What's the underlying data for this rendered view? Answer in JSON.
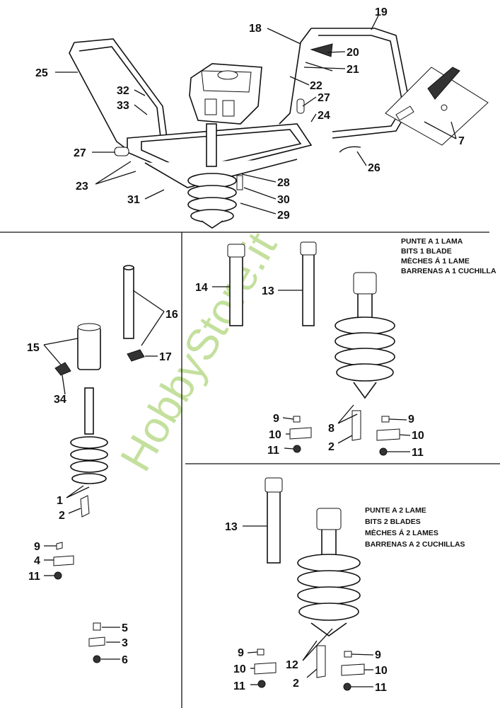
{
  "watermark": "HobbyStore.it",
  "top_assembly": {
    "callouts": [
      "19",
      "18",
      "20",
      "21",
      "22",
      "25",
      "32",
      "33",
      "27",
      "24",
      "7",
      "27",
      "26",
      "23",
      "28",
      "31",
      "30",
      "29"
    ]
  },
  "left_panel": {
    "callouts": [
      "16",
      "15",
      "17",
      "34",
      "1",
      "2",
      "9",
      "4",
      "11",
      "5",
      "3",
      "6"
    ]
  },
  "one_blade_panel": {
    "caption": [
      "PUNTE A 1 LAMA",
      "BITS 1 BLADE",
      "MÈCHES Á 1 LAME",
      "BARRENAS A 1 CUCHILLA"
    ],
    "callouts": [
      "14",
      "13",
      "8",
      "2",
      "9",
      "10",
      "11",
      "9",
      "10",
      "11"
    ]
  },
  "two_blade_panel": {
    "caption": [
      "PUNTE A 2 LAME",
      "BITS 2 BLADES",
      "MÈCHES Á 2 LAMES",
      "BARRENAS A 2 CUCHILLAS"
    ],
    "callouts": [
      "13",
      "12",
      "2",
      "9",
      "10",
      "11",
      "9",
      "10",
      "11"
    ]
  }
}
